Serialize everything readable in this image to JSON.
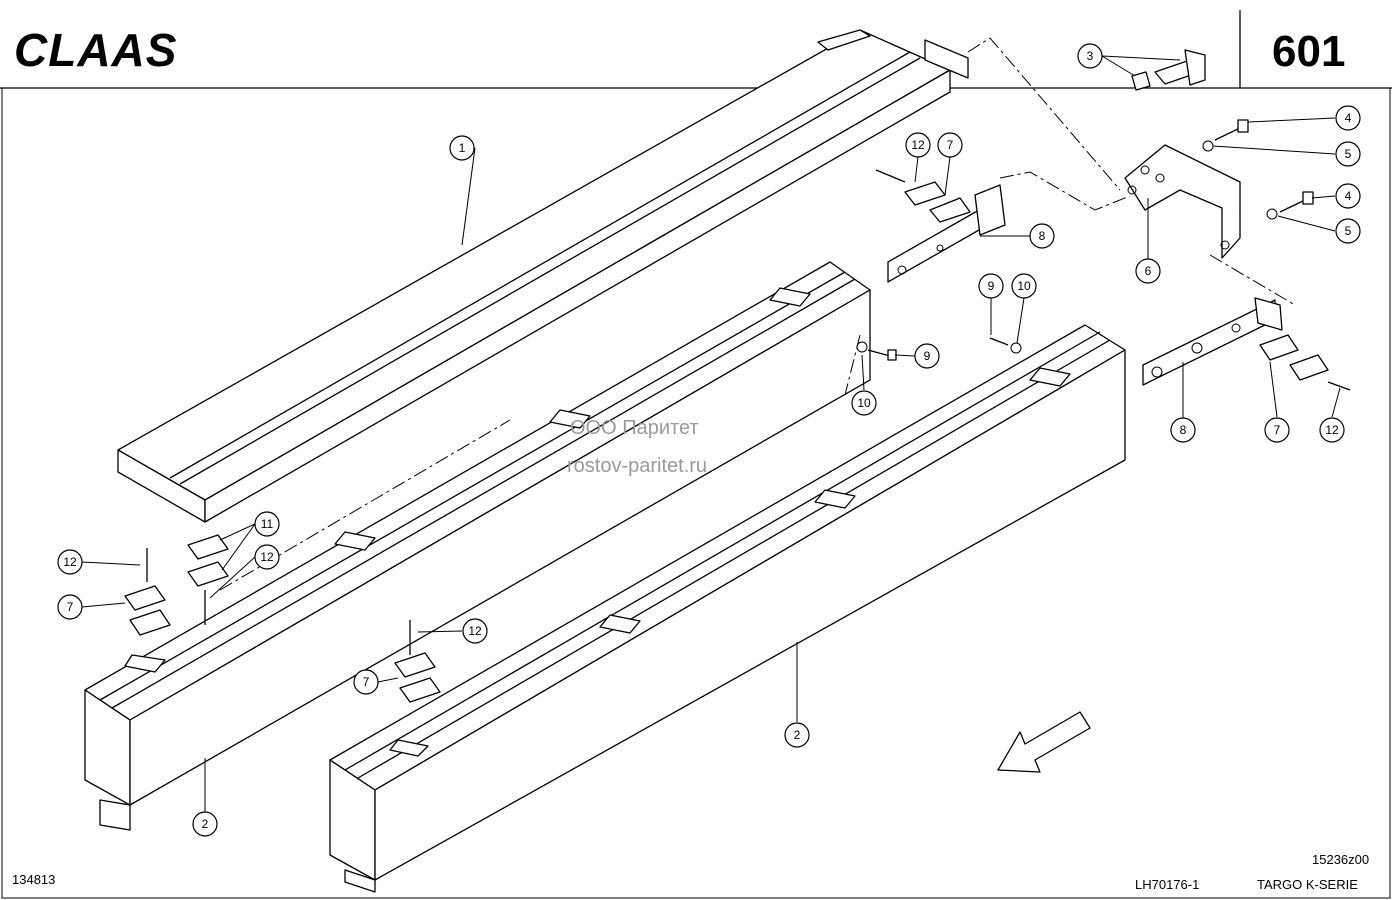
{
  "header": {
    "brand": "CLAAS",
    "page_number": "601"
  },
  "footer": {
    "left_code": "134813",
    "drawing_code": "15236z00",
    "doc_ref": "LH70176-1",
    "series": "TARGO K-SERIE"
  },
  "watermark": {
    "line1": "ООО Паритет",
    "line2": "rostov-paritet.ru"
  },
  "callouts": [
    {
      "label": "1"
    },
    {
      "label": "2"
    },
    {
      "label": "2"
    },
    {
      "label": "3"
    },
    {
      "label": "4"
    },
    {
      "label": "5"
    },
    {
      "label": "4"
    },
    {
      "label": "5"
    },
    {
      "label": "6"
    },
    {
      "label": "12"
    },
    {
      "label": "7"
    },
    {
      "label": "8"
    },
    {
      "label": "9"
    },
    {
      "label": "10"
    },
    {
      "label": "9"
    },
    {
      "label": "10"
    },
    {
      "label": "8"
    },
    {
      "label": "7"
    },
    {
      "label": "12"
    },
    {
      "label": "11"
    },
    {
      "label": "12"
    },
    {
      "label": "12"
    },
    {
      "label": "7"
    },
    {
      "label": "12"
    },
    {
      "label": "7"
    }
  ]
}
